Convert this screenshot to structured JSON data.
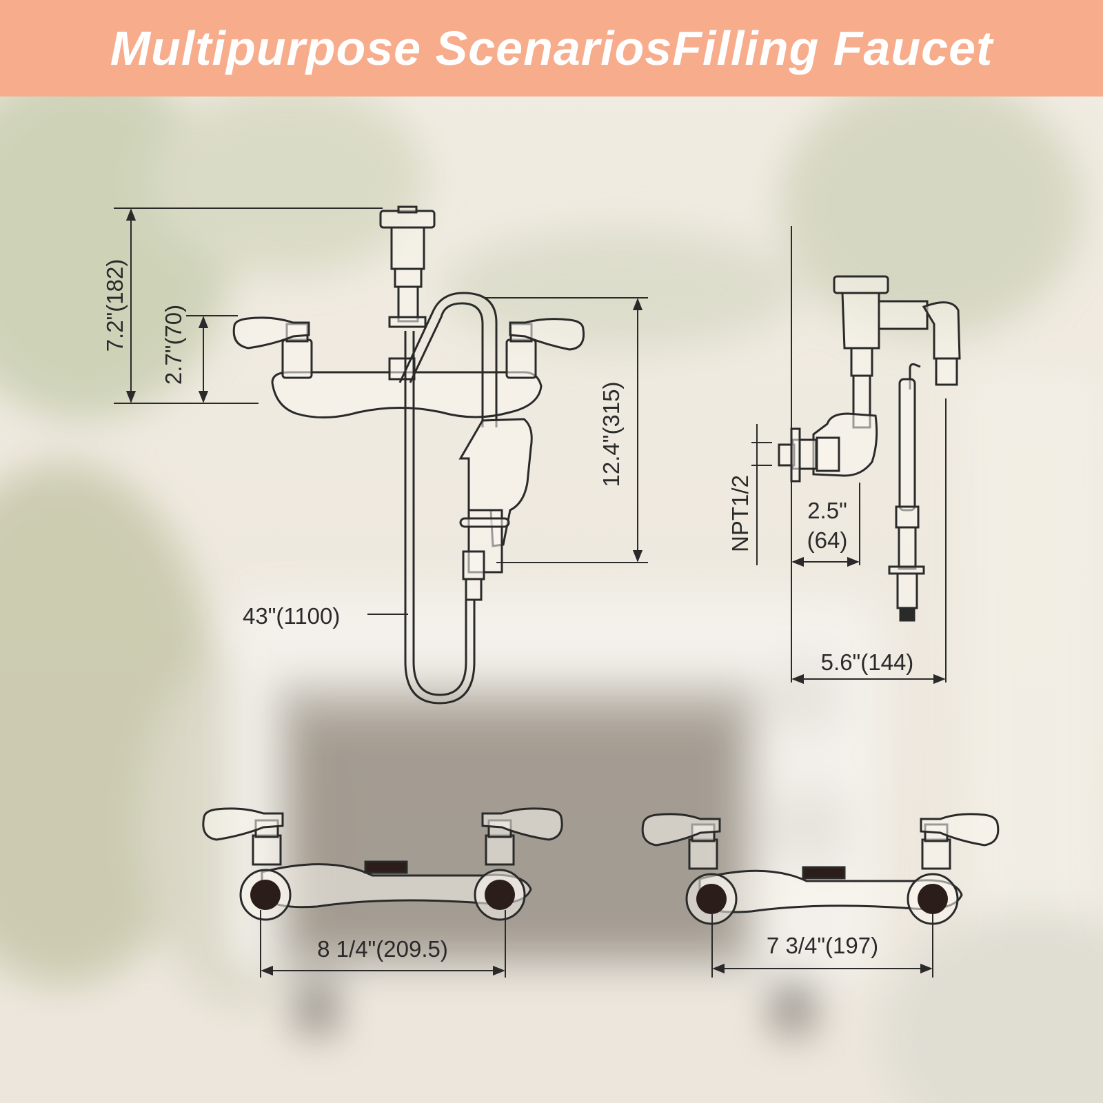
{
  "header": {
    "title": "Multipurpose ScenariosFilling Faucet",
    "background": "#f7ac8c",
    "text_color": "#ffffff"
  },
  "dimensions": {
    "total_height": "7.2\"(182)",
    "spout_height": "2.7\"(70)",
    "hose_drop": "12.4\"(315)",
    "hose_length": "43\"(1100)",
    "thread": "NPT1/2",
    "inlet_depth_a": "2.5\"",
    "inlet_depth_b": "(64)",
    "projection": "5.6\"(144)",
    "center_spread_a": "8 1/4\"(209.5)",
    "center_spread_b": "7 3/4\"(197)"
  }
}
